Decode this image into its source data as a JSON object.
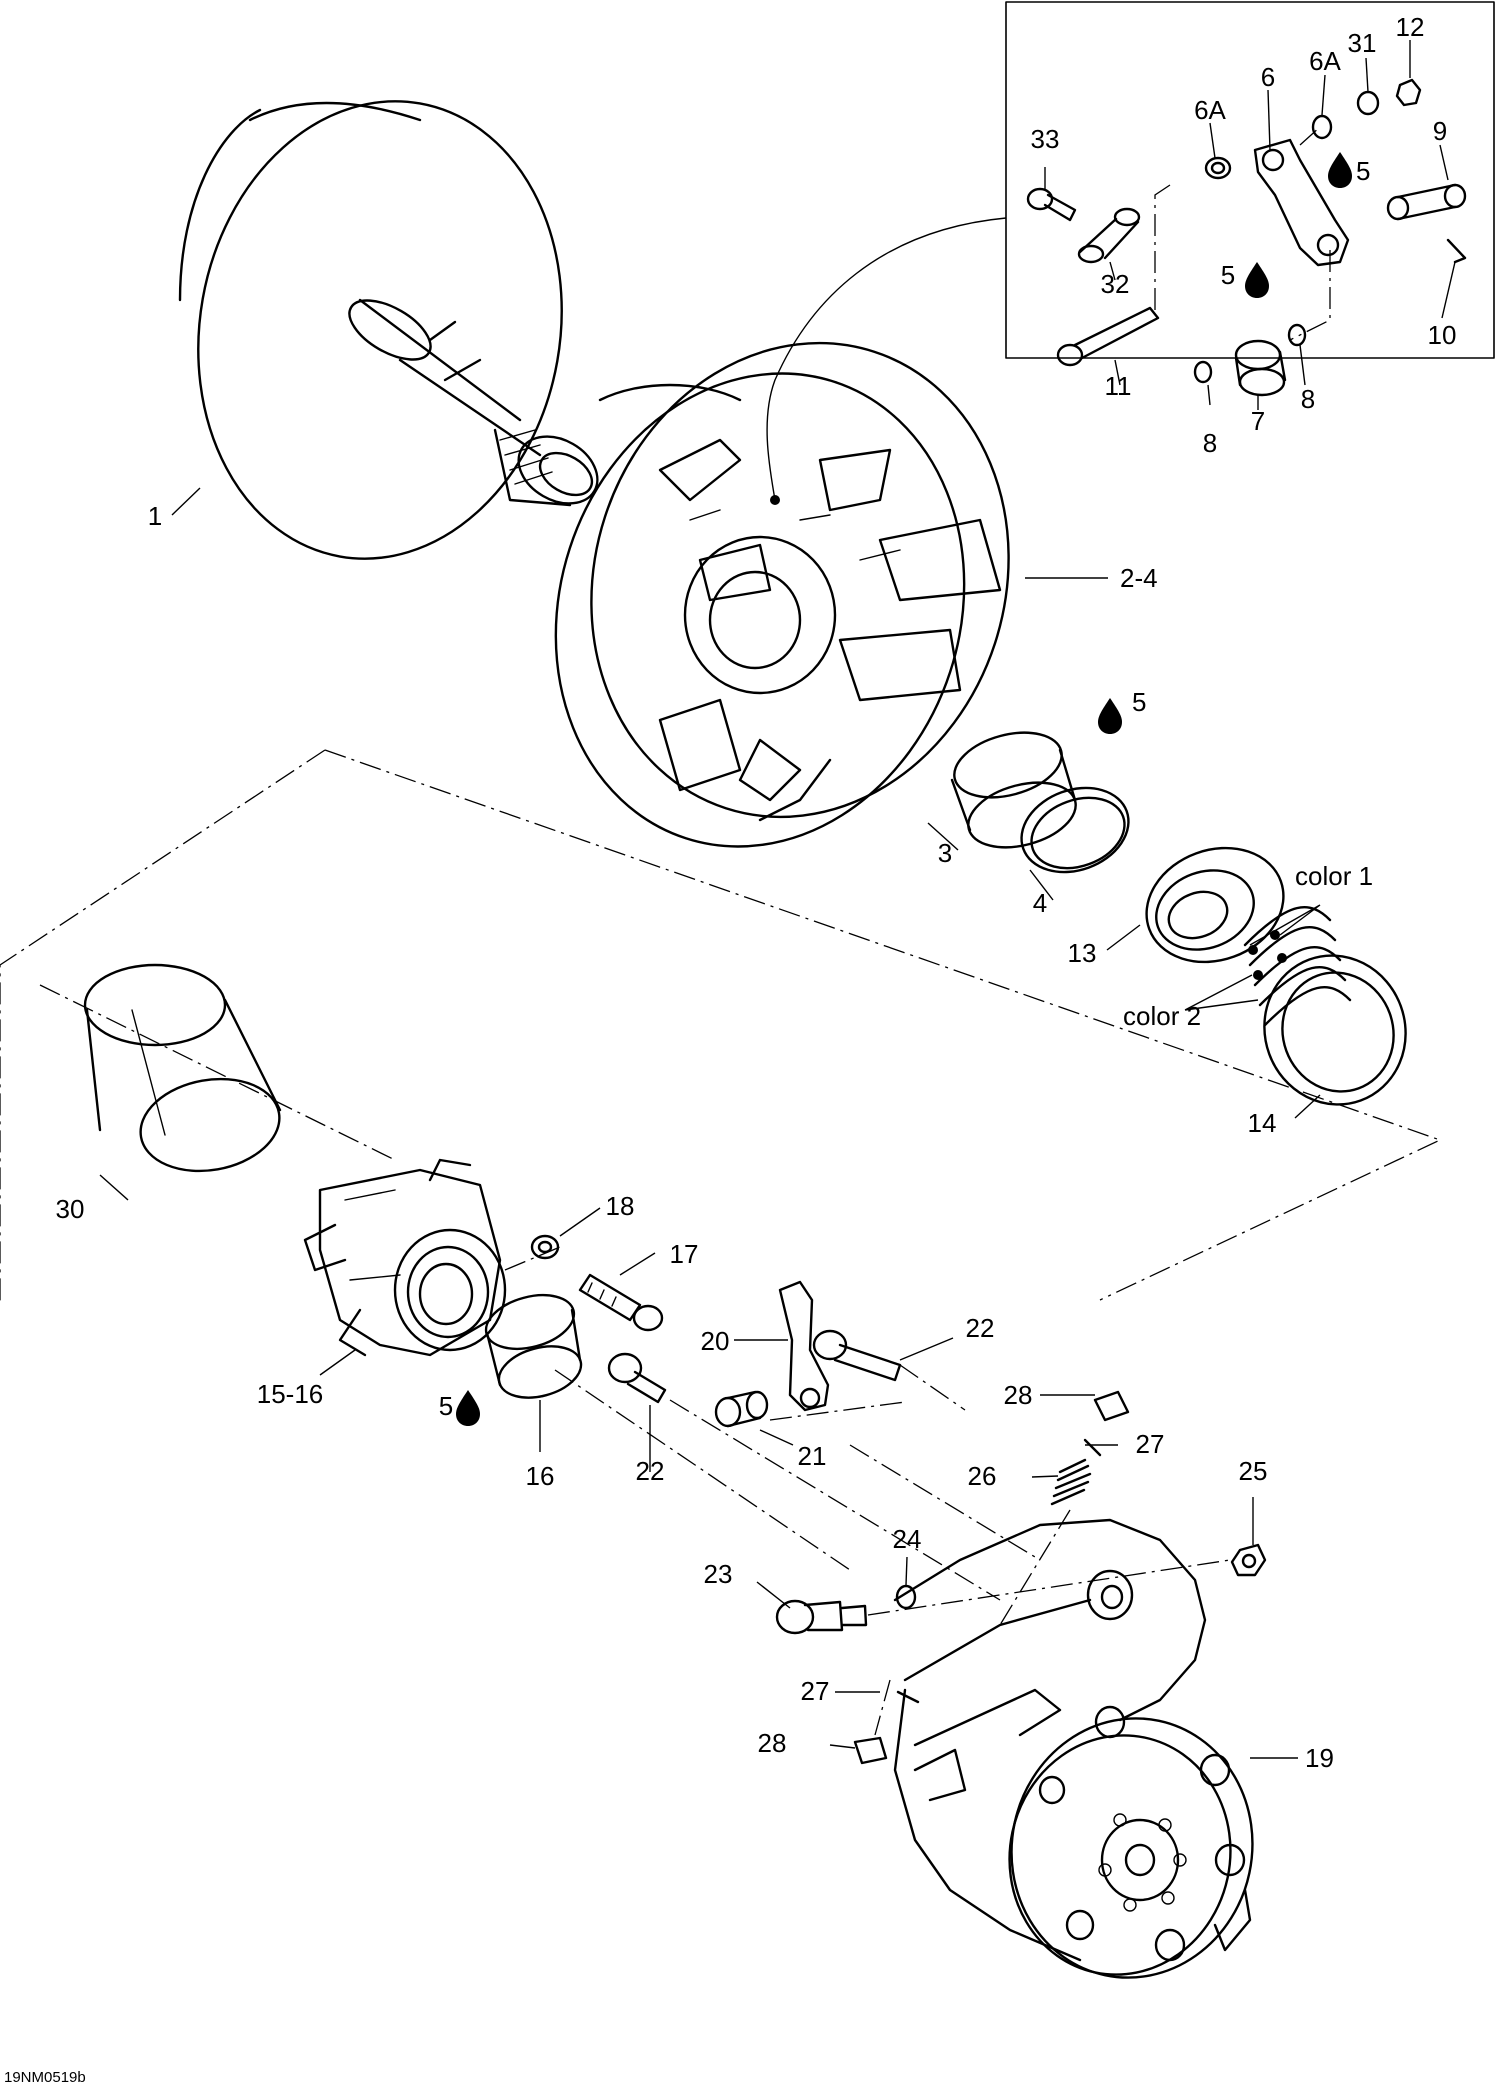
{
  "diagram": {
    "drawing_code": "19NM0519b",
    "lubricant_symbol": "lubricant-drop-icon",
    "callouts": [
      {
        "id": "c1",
        "text": "1"
      },
      {
        "id": "c2_4",
        "text": "2-4"
      },
      {
        "id": "c3",
        "text": "3"
      },
      {
        "id": "c4",
        "text": "4"
      },
      {
        "id": "c5a",
        "text": "5"
      },
      {
        "id": "c5b",
        "text": "5"
      },
      {
        "id": "c5c",
        "text": "5"
      },
      {
        "id": "c5d",
        "text": "5"
      },
      {
        "id": "c6",
        "text": "6"
      },
      {
        "id": "c6a1",
        "text": "6A"
      },
      {
        "id": "c6a2",
        "text": "6A"
      },
      {
        "id": "c7",
        "text": "7"
      },
      {
        "id": "c8a",
        "text": "8"
      },
      {
        "id": "c8b",
        "text": "8"
      },
      {
        "id": "c9",
        "text": "9"
      },
      {
        "id": "c10",
        "text": "10"
      },
      {
        "id": "c11",
        "text": "11"
      },
      {
        "id": "c12",
        "text": "12"
      },
      {
        "id": "c13",
        "text": "13"
      },
      {
        "id": "c14",
        "text": "14"
      },
      {
        "id": "c15_16",
        "text": "15-16"
      },
      {
        "id": "c16",
        "text": "16"
      },
      {
        "id": "c17",
        "text": "17"
      },
      {
        "id": "c18",
        "text": "18"
      },
      {
        "id": "c19",
        "text": "19"
      },
      {
        "id": "c20",
        "text": "20"
      },
      {
        "id": "c21",
        "text": "21"
      },
      {
        "id": "c22a",
        "text": "22"
      },
      {
        "id": "c22b",
        "text": "22"
      },
      {
        "id": "c23",
        "text": "23"
      },
      {
        "id": "c24",
        "text": "24"
      },
      {
        "id": "c25",
        "text": "25"
      },
      {
        "id": "c26",
        "text": "26"
      },
      {
        "id": "c27a",
        "text": "27"
      },
      {
        "id": "c27b",
        "text": "27"
      },
      {
        "id": "c28a",
        "text": "28"
      },
      {
        "id": "c28b",
        "text": "28"
      },
      {
        "id": "c30",
        "text": "30"
      },
      {
        "id": "c31",
        "text": "31"
      },
      {
        "id": "c32",
        "text": "32"
      },
      {
        "id": "c33",
        "text": "33"
      },
      {
        "id": "ccolor1",
        "text": "color 1"
      },
      {
        "id": "ccolor2",
        "text": "color 2"
      }
    ]
  }
}
